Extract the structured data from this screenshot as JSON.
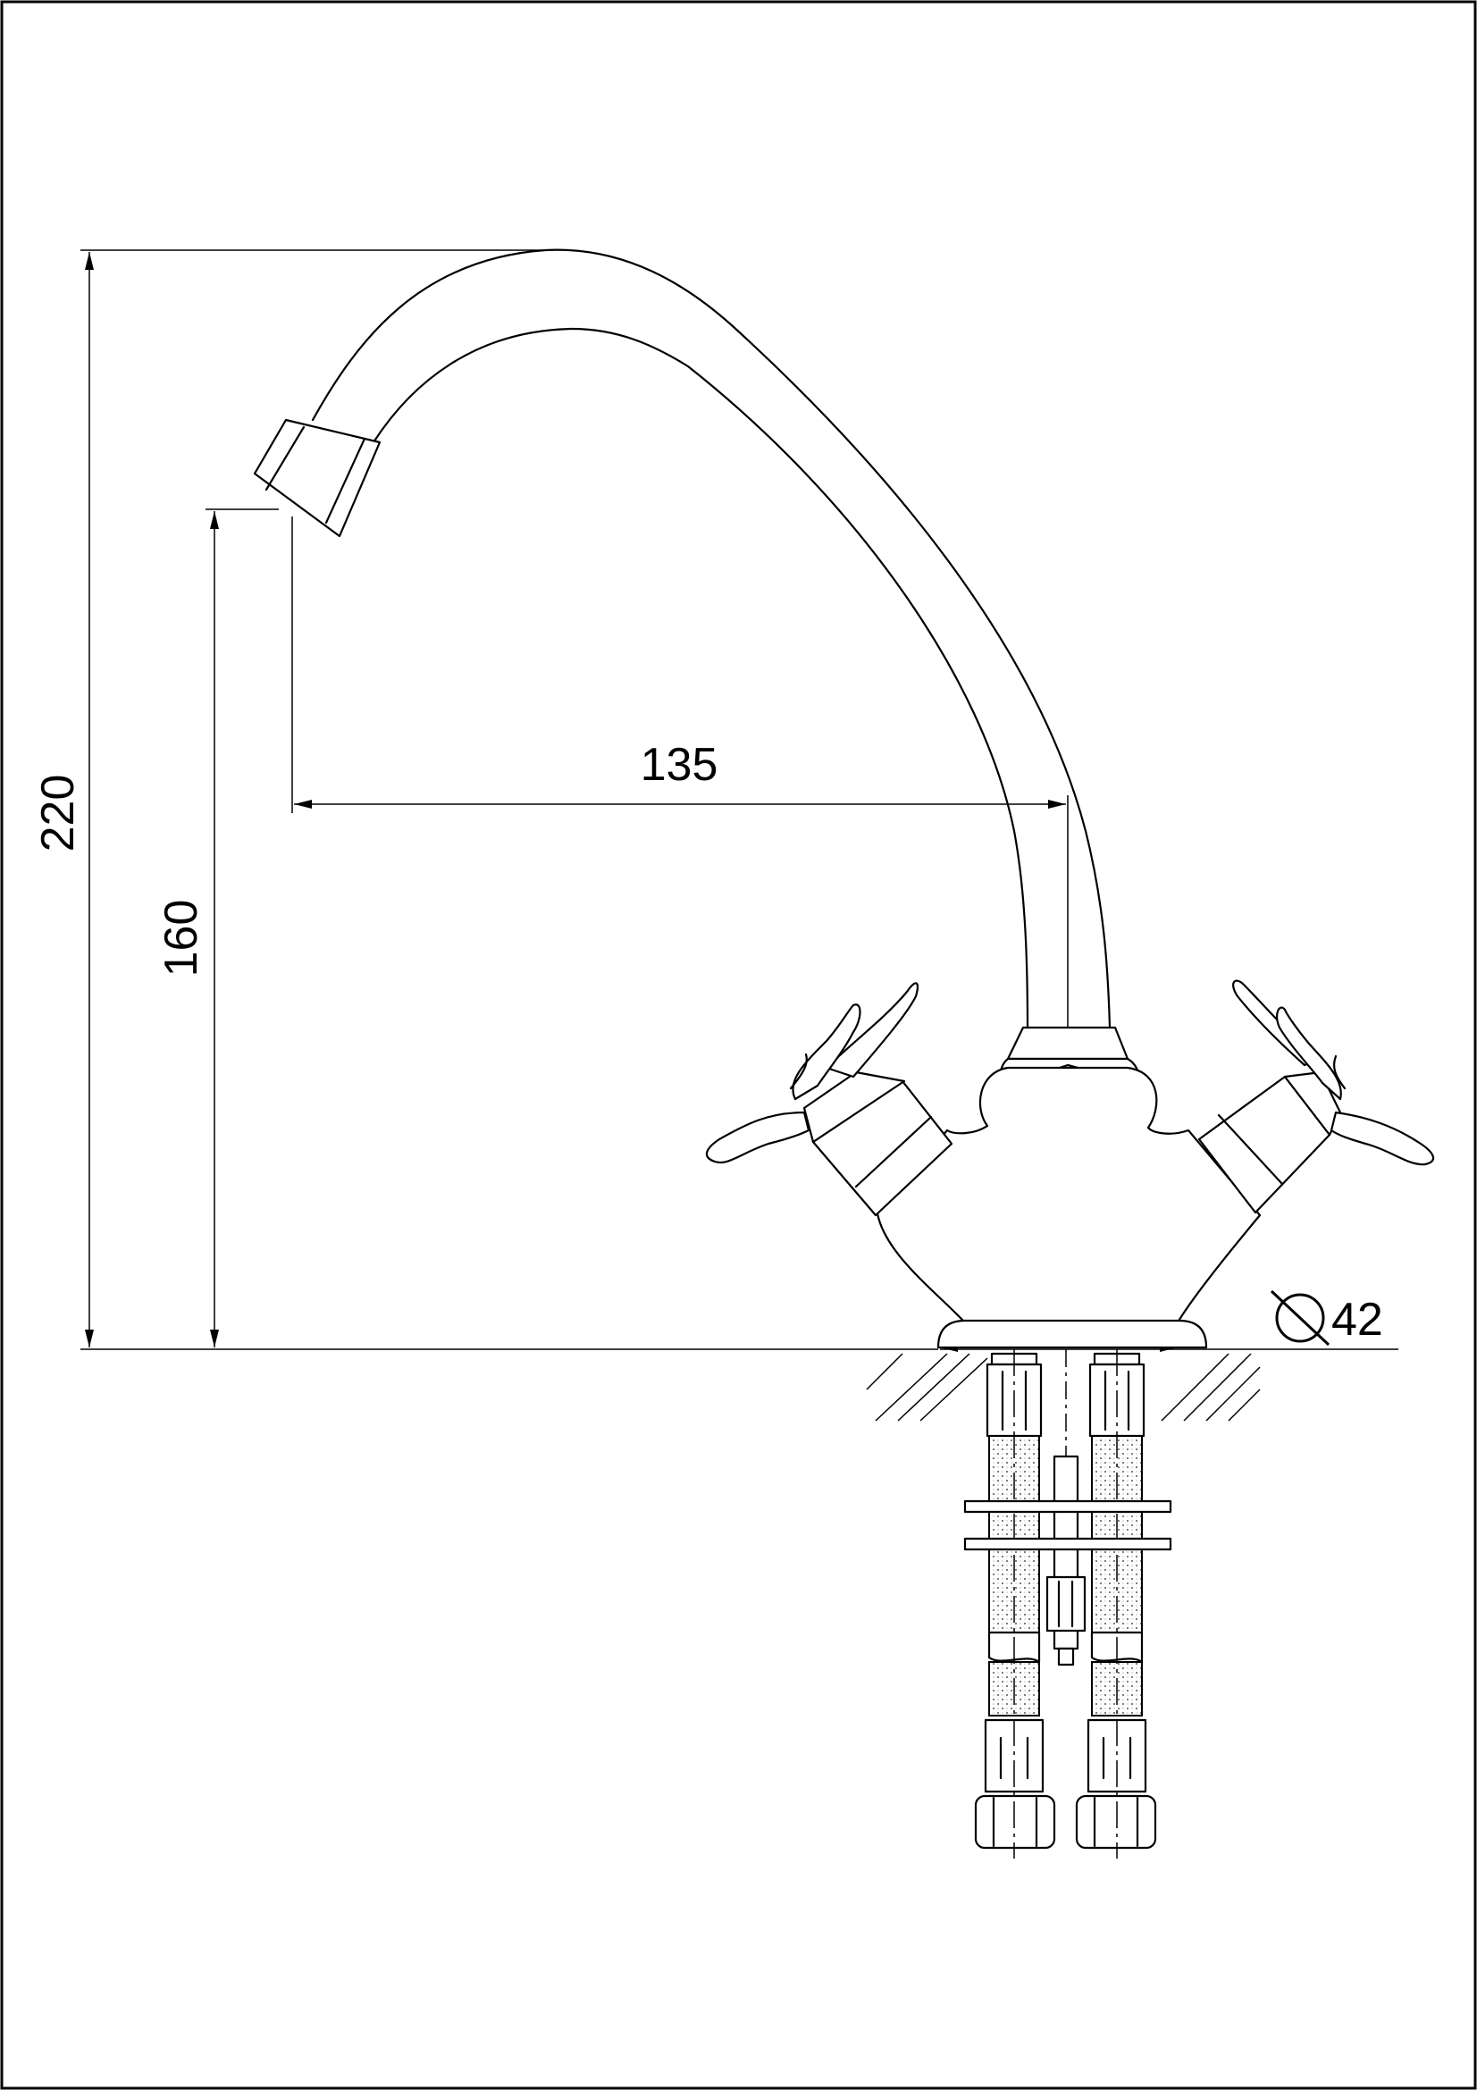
{
  "dimensions": {
    "overall_height": "220",
    "spout_outlet_height": "160",
    "spout_reach": "135",
    "base_diameter_symbol": "⌀",
    "base_diameter": "42"
  }
}
